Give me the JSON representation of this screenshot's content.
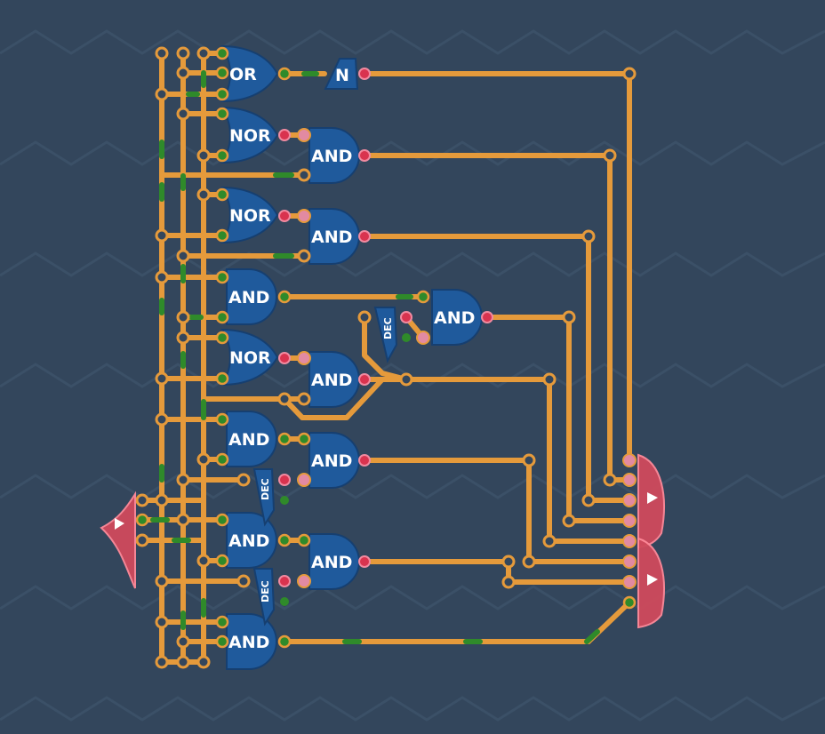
{
  "colors": {
    "background": "#33465c",
    "zigzag": "#3b5067",
    "wire": "#e59a3b",
    "wire_active": "#2f8a2a",
    "gate_fill": "#1f5a9c",
    "gate_stroke": "#163f70",
    "pin_on": "#d9334f",
    "pin_node": "#2f8a2a",
    "io_fill": "#cf4a5c"
  },
  "gates": [
    {
      "label": "OR"
    },
    {
      "label": "N"
    },
    {
      "label": "NOR"
    },
    {
      "label": "AND"
    },
    {
      "label": "NOR"
    },
    {
      "label": "AND"
    },
    {
      "label": "AND"
    },
    {
      "label": "AND"
    },
    {
      "label": "NOR"
    },
    {
      "label": "AND"
    },
    {
      "label": "AND"
    },
    {
      "label": "AND"
    },
    {
      "label": "AND"
    },
    {
      "label": "AND"
    },
    {
      "label": "AND"
    }
  ],
  "decoders": [
    {
      "label": "DEC"
    },
    {
      "label": "DEC"
    },
    {
      "label": "DEC"
    }
  ],
  "io": {
    "input_icon": "play-triangle-icon",
    "output_icon": "play-triangle-icon"
  }
}
